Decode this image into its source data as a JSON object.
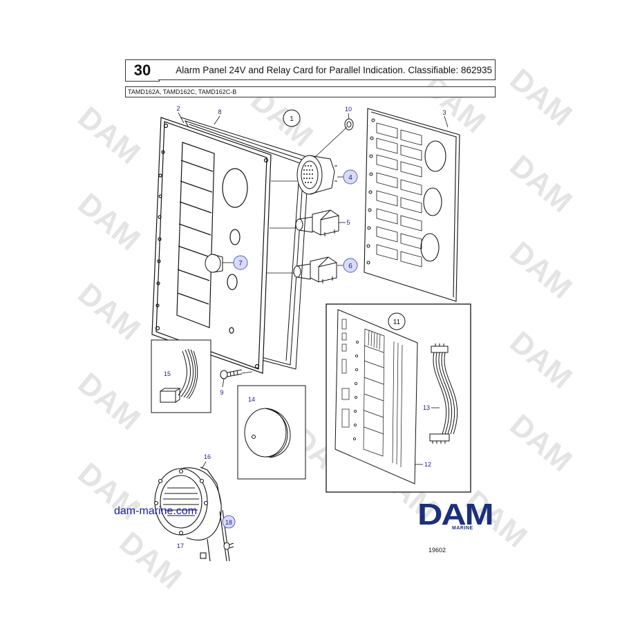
{
  "header": {
    "page_number": "30",
    "title": "Alarm Panel 24V and Relay Card for Parallel Indication. Classifiable: 862935",
    "models": "TAMD162A, TAMD162C, TAMD162C-B"
  },
  "watermark": {
    "text": "DAM"
  },
  "callouts": {
    "c1": "1",
    "c2": "2",
    "c3": "3",
    "c4": "4",
    "c5": "5",
    "c6": "6",
    "c7": "7",
    "c8": "8",
    "c9": "9",
    "c10": "10",
    "c11": "11",
    "c12": "12",
    "c13": "13",
    "c14": "14",
    "c15": "15",
    "c16": "16",
    "c17": "17",
    "c18": "18"
  },
  "footer": {
    "website": "dam-marine.com",
    "logo_text": "DAM",
    "logo_subtext": "MARINE",
    "drawing_number": "19602"
  },
  "colors": {
    "line": "#111111",
    "callout_highlight": "#6a6ad8",
    "callout_fill": "#d9dcf7",
    "watermark": "#e2e2e2",
    "brand": "#1b2f7a",
    "link": "#1a1aa8"
  }
}
